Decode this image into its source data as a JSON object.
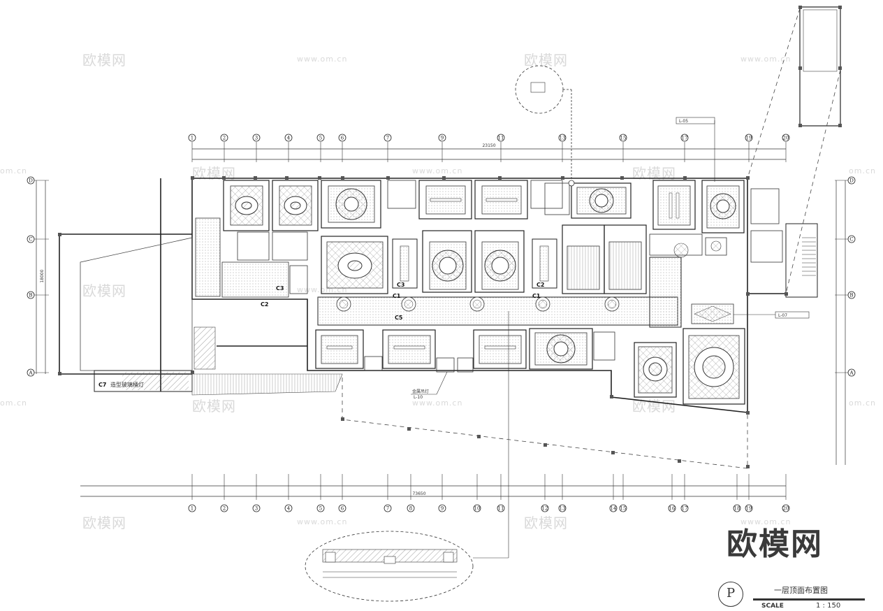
{
  "drawing": {
    "title": "一层顶面布置图",
    "scale_label": "SCALE",
    "scale": "1 : 150",
    "sheet_marker": "P",
    "brand": "欧模网"
  },
  "watermarks": {
    "logo_text": "欧模网",
    "url_text": "www.om.cn",
    "url_short": "om.cn"
  },
  "column_grid_top": [
    "1",
    "2",
    "3",
    "4",
    "5",
    "6",
    "7",
    "9",
    "11",
    "13",
    "15",
    "17",
    "19",
    "20"
  ],
  "column_grid_bottom": [
    "1",
    "2",
    "3",
    "4",
    "5",
    "6",
    "7",
    "8",
    "9",
    "10",
    "11",
    "12",
    "13",
    "14",
    "15",
    "16",
    "17",
    "18",
    "19",
    "20"
  ],
  "row_grid": [
    "D",
    "C",
    "B",
    "A"
  ],
  "zone_codes": [
    "C1",
    "C1",
    "C2",
    "C2",
    "C3",
    "C3",
    "C5",
    "C7"
  ],
  "annotations": {
    "c7_note": "造型玻璃桶灯",
    "pendant_note": "金属吊灯",
    "tag_l05": "L-05",
    "tag_l07": "L-07",
    "tag_l10": "L-10"
  },
  "dimensions": {
    "top_total": "23150",
    "bottom_total": "73650",
    "left_total": "18000"
  }
}
